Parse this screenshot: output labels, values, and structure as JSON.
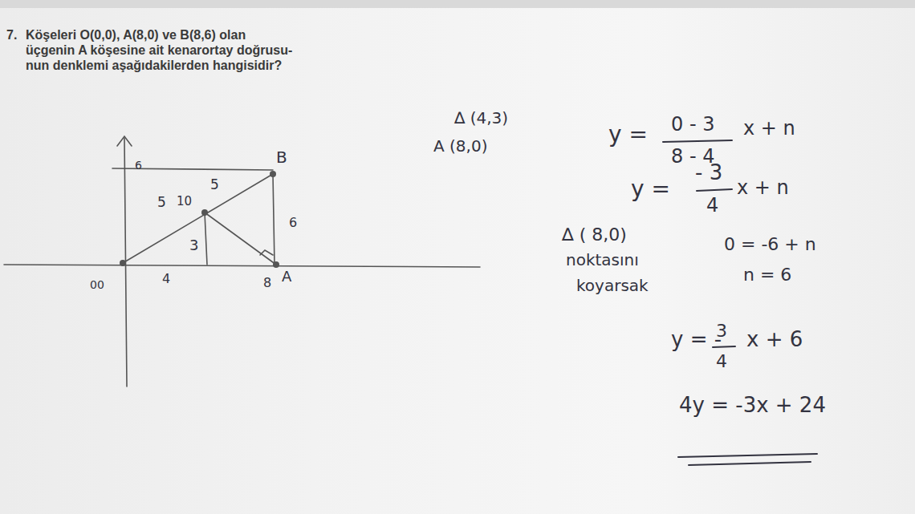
{
  "diagram": {
    "labels": [
      "7.",
      "Köşeleri O(0,0), A(8,0) ve B(8,6) olan",
      "üçgenin A köşesine ait kenarortay doğrusu-",
      "nun denklemi aşağıdakilerden hangisidir?",
      "6",
      "B",
      "5",
      "10",
      "5",
      "3",
      "6",
      "4",
      "8",
      "A",
      "00",
      "∆ (4,3)",
      "A (8,0)",
      "y =",
      "0 - 3",
      "8 - 4",
      "x + n",
      "y =",
      "- 3",
      "4",
      "x + n",
      "∆ ( 8,0)",
      "noktasını",
      "koyarsak",
      "0 = -6 + n",
      "n = 6",
      "y = -",
      "3",
      "4",
      "x + 6",
      "4y = -3x + 24"
    ]
  }
}
